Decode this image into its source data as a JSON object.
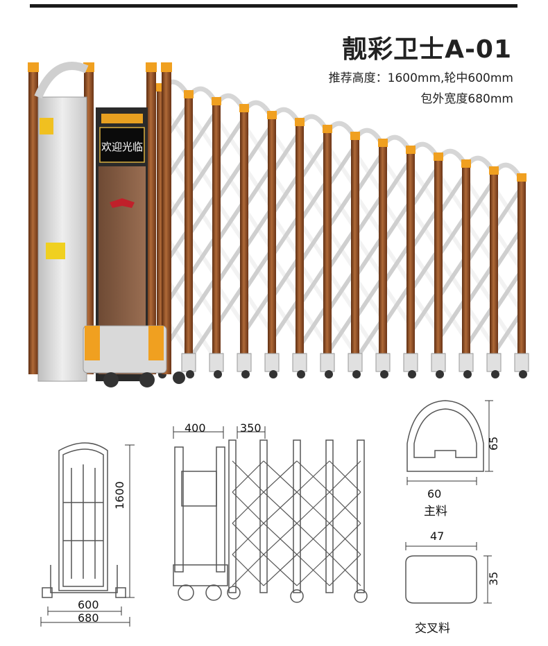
{
  "product": {
    "title": "靓彩卫士A-01",
    "spec_line1": "推荐高度：1600mm,轮中600mm",
    "spec_line2": "包外宽度680mm"
  },
  "display_panel": {
    "text": "欢迎光临"
  },
  "colors": {
    "bronze": "#8a4a22",
    "panel": "#dcdcdc",
    "amber": "#f0a020",
    "frame_white": "#f2f2f2"
  },
  "drawings": {
    "side_view": {
      "height_label": "1600",
      "wheel_label": "600",
      "width_label": "680"
    },
    "front_view": {
      "cabinet_label": "400",
      "section_label": "350"
    },
    "main_profile": {
      "width_label": "60",
      "height_label": "65",
      "caption": "主料"
    },
    "cross_profile": {
      "width_label": "47",
      "height_label": "35",
      "caption": "交叉料"
    }
  }
}
